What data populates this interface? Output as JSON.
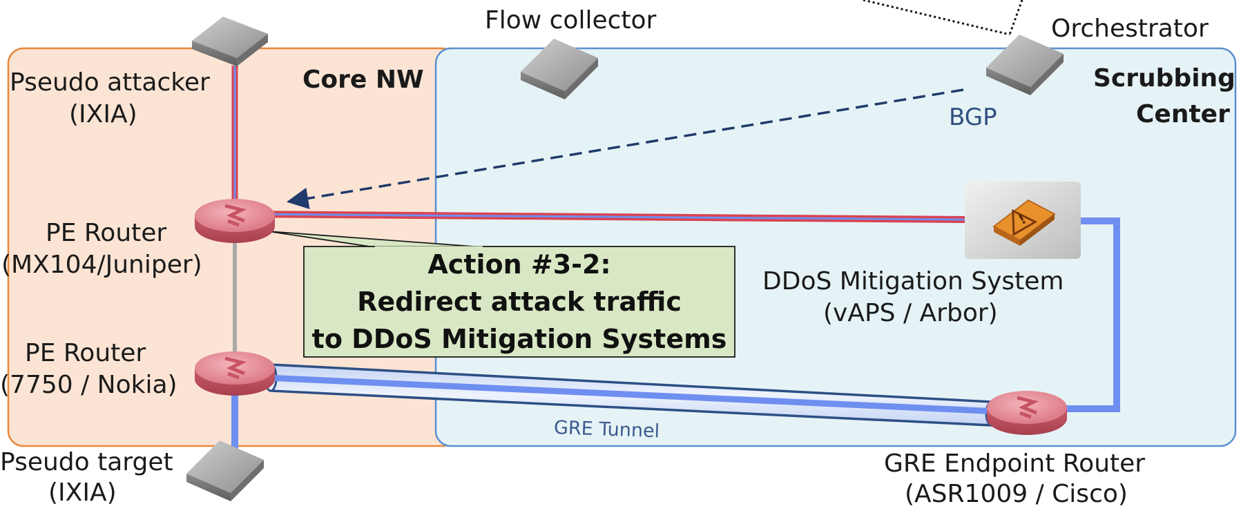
{
  "zones": {
    "core": {
      "label": "Core NW",
      "fill": "#fce4d4",
      "stroke": "#e8873a"
    },
    "scrubbing": {
      "label_line1": "Scrubbing",
      "label_line2": "Center",
      "fill": "#e6f3f6",
      "stroke": "#5b8fcf"
    }
  },
  "nodes": {
    "pseudo_attacker": {
      "line1": "Pseudo attacker",
      "line2": "(IXIA)",
      "icon": "server-icon"
    },
    "flow_collector": {
      "line1": "Flow collector",
      "icon": "server-icon"
    },
    "orchestrator": {
      "line1": "Orchestrator",
      "icon": "server-icon"
    },
    "pe_router_juniper": {
      "line1": "PE Router",
      "line2": "(MX104/Juniper)",
      "icon": "router-icon"
    },
    "pe_router_nokia": {
      "line1": "PE Router",
      "line2": "(7750 / Nokia)",
      "icon": "router-icon"
    },
    "pseudo_target": {
      "line1": "Pseudo target",
      "line2": "(IXIA)",
      "icon": "server-icon"
    },
    "ddos_mitigation": {
      "line1": "DDoS Mitigation System",
      "line2": "(vAPS / Arbor)",
      "icon": "warning-icon"
    },
    "gre_endpoint": {
      "line1": "GRE Endpoint Router",
      "line2": "(ASR1009 / Cisco)",
      "icon": "router-icon"
    }
  },
  "links": {
    "bgp_label": "BGP",
    "gre_label": "GRE Tunnel"
  },
  "callout": {
    "line1": "Action #3-2:",
    "line2": "Redirect attack traffic",
    "line3": "to DDoS Mitigation Systems",
    "fill": "#d9e8c4"
  },
  "colors": {
    "attack_red": "#d94452",
    "clean_blue": "#6f8ff0",
    "bgp_dash": "#1f3a6b",
    "router_pink": "#e07a86"
  }
}
